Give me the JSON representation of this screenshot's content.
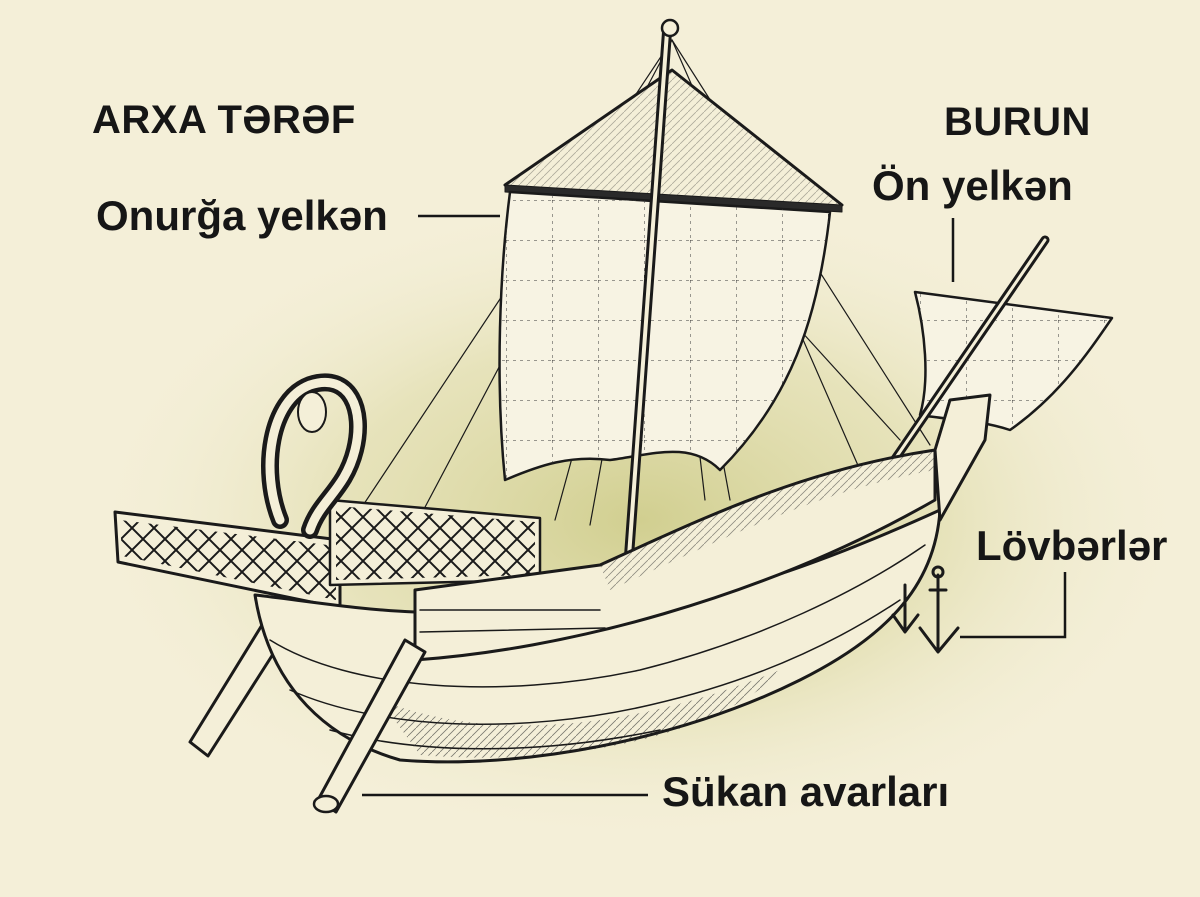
{
  "headings": {
    "stern": "ARXA TƏRƏF",
    "bow": "BURUN"
  },
  "parts": {
    "mainsail": "Onurğa yelkən",
    "foresail": "Ön yelkən",
    "anchors": "Lövbərlər",
    "steering_oars": "Sükan avarları"
  },
  "colors": {
    "background": "#f4efd8",
    "glow": "#d4d296",
    "ink": "#161616",
    "paper": "#f7f3e3"
  }
}
